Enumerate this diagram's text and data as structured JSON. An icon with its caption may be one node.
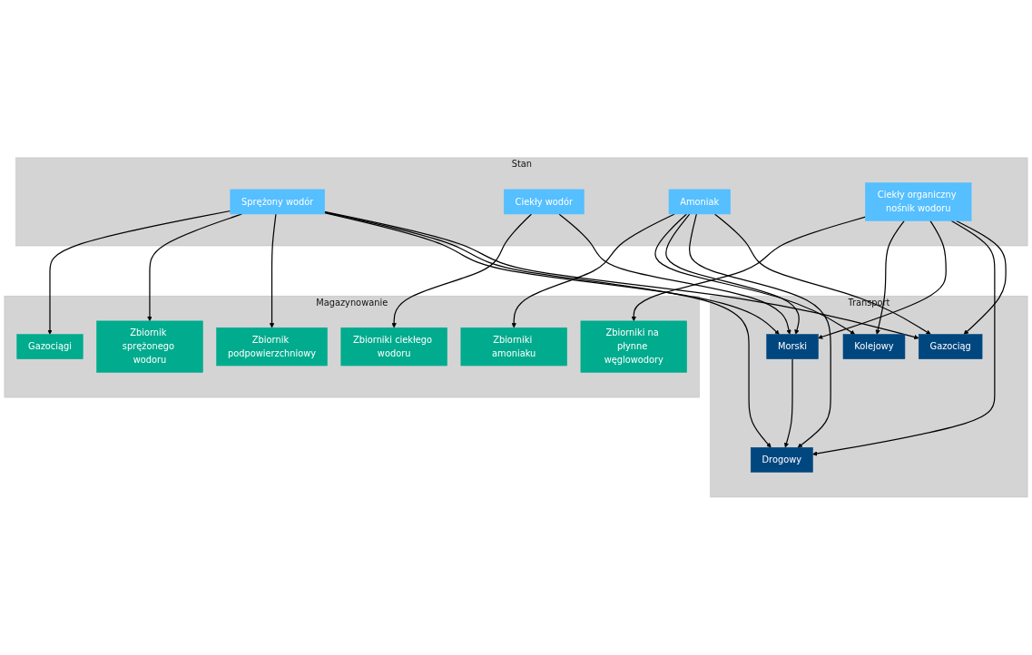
{
  "diagram": {
    "nodes": [
      {
        "text": [
          "Transport"
        ]
      },
      {
        "text": [
          "Gazociąg"
        ],
        "in": 0
      },
      {
        "text": [
          "Drogowy"
        ],
        "in": 0
      },
      {
        "text": [
          "Morski"
        ],
        "in": 0
      },
      {
        "text": [
          "Kolejowy"
        ],
        "in": 0
      },
      {
        "text": [
          "Stan"
        ]
      },
      {
        "text": [
          "Sprężony wodór"
        ],
        "in": 5
      },
      {
        "text": [
          "Ciekły wodór"
        ],
        "in": 5
      },
      {
        "text": [
          "Amoniak"
        ],
        "in": 5
      },
      {
        "text": [
          "Ciekły organiczny nośnik wodoru"
        ],
        "in": 5
      },
      {
        "text": [
          "Magazynowanie"
        ]
      },
      {
        "text": [
          "Zbiornik podpowierzchniowy"
        ],
        "in": 10
      },
      {
        "text": [
          "Zbiornik sprężonego wodoru"
        ],
        "in": 10
      },
      {
        "text": [
          "Gazociągi"
        ],
        "in": 10
      },
      {
        "text": [
          "Zbiorniki ciekłego wodoru"
        ],
        "in": 10
      },
      {
        "text": [
          "Zbiorniki amoniaku"
        ],
        "in": 10
      },
      {
        "text": [
          "Zbiorniki na płynne węglowodory"
        ],
        "in": 10
      }
    ],
    "edges": [
      {
        "from": 6,
        "to": 1,
        "arrow": "to"
      },
      {
        "from": 6,
        "to": 2,
        "arrow": "to"
      },
      {
        "from": 6,
        "to": 3,
        "arrow": "to"
      },
      {
        "from": 6,
        "to": 11,
        "arrow": "to"
      },
      {
        "from": 6,
        "to": 12,
        "arrow": "to"
      },
      {
        "from": 6,
        "to": 13,
        "arrow": "to"
      },
      {
        "from": 7,
        "to": 3,
        "arrow": "to"
      },
      {
        "from": 7,
        "to": 14,
        "arrow": "to"
      },
      {
        "from": 8,
        "to": 1,
        "arrow": "to"
      },
      {
        "from": 8,
        "to": 2,
        "arrow": "to"
      },
      {
        "from": 8,
        "to": 3,
        "arrow": "to"
      },
      {
        "from": 8,
        "to": 4,
        "arrow": "to"
      },
      {
        "from": 9,
        "to": 1,
        "arrow": "to"
      },
      {
        "from": 9,
        "to": 2,
        "arrow": "to"
      },
      {
        "from": 9,
        "to": 3,
        "arrow": "to"
      },
      {
        "from": 9,
        "to": 4,
        "arrow": "to"
      },
      {
        "from": 8,
        "to": 15,
        "arrow": "to"
      },
      {
        "from": 9,
        "to": 16,
        "arrow": "to"
      },
      {
        "from": 3,
        "to": 2,
        "arrow": "to"
      }
    ]
  }
}
